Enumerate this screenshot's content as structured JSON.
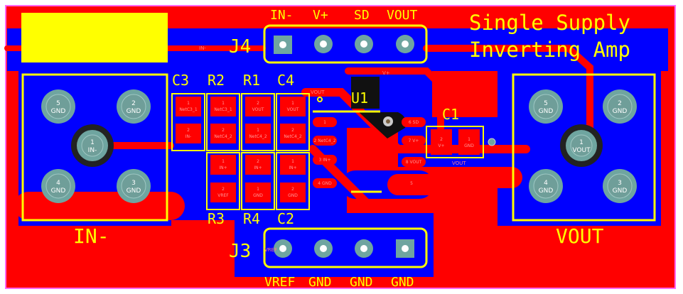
{
  "board": {
    "title_line1": "Single Supply",
    "title_line2": "Inverting Amp",
    "colors": {
      "top_copper": "#ff0000",
      "bottom_copper": "#0000ff",
      "silkscreen": "#ffff00",
      "pad": "#6fa5a0",
      "outline": "#ff66ff"
    }
  },
  "connectors": {
    "left": {
      "label": "IN-",
      "pads": [
        {
          "num": "5",
          "net": "GND"
        },
        {
          "num": "2",
          "net": "GND"
        },
        {
          "num": "1",
          "net": "IN-"
        },
        {
          "num": "4",
          "net": "GND"
        },
        {
          "num": "3",
          "net": "GND"
        }
      ]
    },
    "right": {
      "label": "VOUT",
      "pads": [
        {
          "num": "5",
          "net": "GND"
        },
        {
          "num": "2",
          "net": "GND"
        },
        {
          "num": "1",
          "net": "VOUT"
        },
        {
          "num": "4",
          "net": "GND"
        },
        {
          "num": "3",
          "net": "GND"
        }
      ]
    },
    "j4": {
      "designator": "J4",
      "pins": [
        "IN-",
        "V+",
        "SD",
        "VOUT"
      ]
    },
    "j3": {
      "designator": "J3",
      "pins": [
        "VREF",
        "GND",
        "GND",
        "GND"
      ]
    }
  },
  "components": {
    "top_row_labels": [
      "C3",
      "R2",
      "R1",
      "C4"
    ],
    "bottom_row_labels": [
      "R3",
      "R4",
      "C2"
    ],
    "u1": "U1",
    "c1": "C1",
    "pads_row1": [
      {
        "num": "1",
        "net": "NetC3_1"
      },
      {
        "num": "1",
        "net": "NetC3_1"
      },
      {
        "num": "2",
        "net": "VOUT"
      },
      {
        "num": "1",
        "net": "VOUT"
      }
    ],
    "pads_row2": [
      {
        "num": "2",
        "net": "IN-"
      },
      {
        "num": "2",
        "net": "NetC4_2"
      },
      {
        "num": "1",
        "net": "NetC4_2"
      },
      {
        "num": "2",
        "net": "NetC4_2"
      }
    ],
    "pads_row3": [
      {
        "num": "1",
        "net": "IN+"
      },
      {
        "num": "2",
        "net": "IN+"
      },
      {
        "num": "1",
        "net": "IN+"
      }
    ],
    "pads_row4": [
      {
        "num": "2",
        "net": "VREF"
      },
      {
        "num": "1",
        "net": "GND"
      },
      {
        "num": "2",
        "net": "GND"
      }
    ],
    "u1_pads": [
      {
        "num": "1",
        "net": ""
      },
      {
        "num": "2",
        "net": "NetC4_2"
      },
      {
        "num": "3",
        "net": "IN+"
      },
      {
        "num": "4",
        "net": "GND"
      },
      {
        "num": "5",
        "net": ""
      },
      {
        "num": "6",
        "net": "SD"
      },
      {
        "num": "7",
        "net": "V+"
      },
      {
        "num": "8",
        "net": "VOUT"
      }
    ],
    "c1_pads": [
      {
        "num": "2",
        "net": "V+"
      },
      {
        "num": "1",
        "net": "GND"
      }
    ]
  },
  "net_labels": {
    "vout": "VOUT",
    "vplus": "V+",
    "inminus": "IN-",
    "vref": "VREF"
  }
}
